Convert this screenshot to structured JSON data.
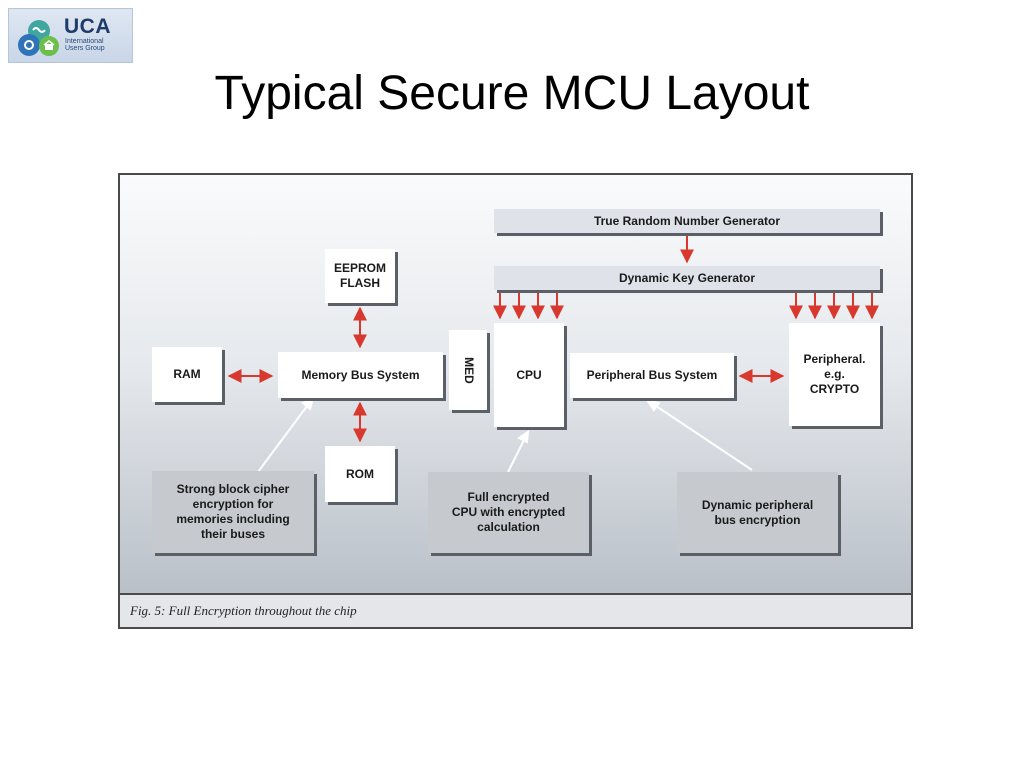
{
  "logo": {
    "brand": "UCA",
    "subtitle": "International\nUsers Group"
  },
  "title": "Typical Secure MCU Layout",
  "diagram": {
    "nodes": {
      "trng": "True Random Number Generator",
      "dkg": "Dynamic Key Generator",
      "eeprom": "EEPROM\nFLASH",
      "ram": "RAM",
      "membus": "Memory Bus System",
      "med": "MED",
      "cpu": "CPU",
      "pbus": "Peripheral Bus System",
      "periph": "Peripheral.\ne.g.\nCRYPTO",
      "rom": "ROM"
    },
    "notes": {
      "block_cipher": "Strong block cipher\nencryption for\nmemories including\ntheir buses",
      "cpu_enc": "Full encrypted\nCPU with encrypted\ncalculation",
      "bus_enc": "Dynamic peripheral\nbus encryption"
    },
    "caption": "Fig. 5: Full Encryption throughout the chip",
    "colors": {
      "arrow": "#d9382e",
      "pointer": "#ffffff",
      "note_fill": "#c6c9ce",
      "bar_fill": "#dfe2e8"
    }
  }
}
